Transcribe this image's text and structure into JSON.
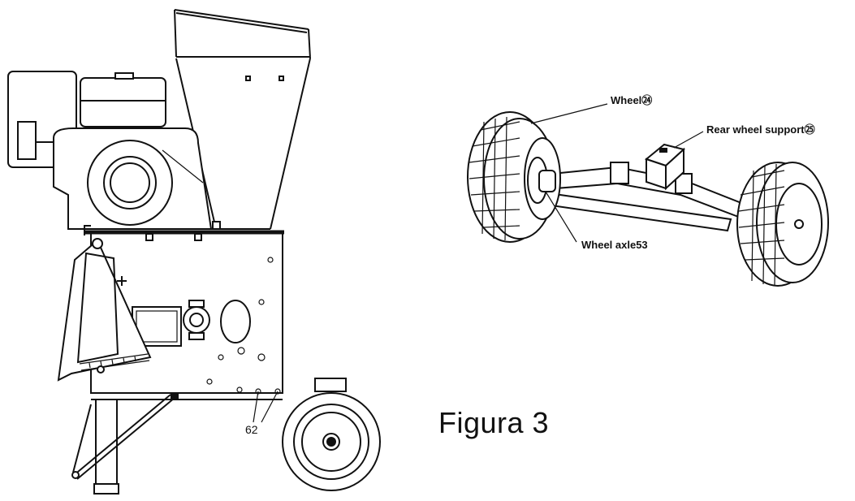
{
  "figure": {
    "caption": "Figura 3"
  },
  "chipper_drawing": {
    "part_label": "62"
  },
  "axle_drawing": {
    "labels": {
      "wheel": "Wheel㉔",
      "rear_wheel_support": "Rear wheel support㉕",
      "wheel_axle": "Wheel axle53"
    }
  },
  "icons": [
    "chipper-machine-icon",
    "wheel-axle-assembly-icon",
    "loose-wheel-icon"
  ]
}
